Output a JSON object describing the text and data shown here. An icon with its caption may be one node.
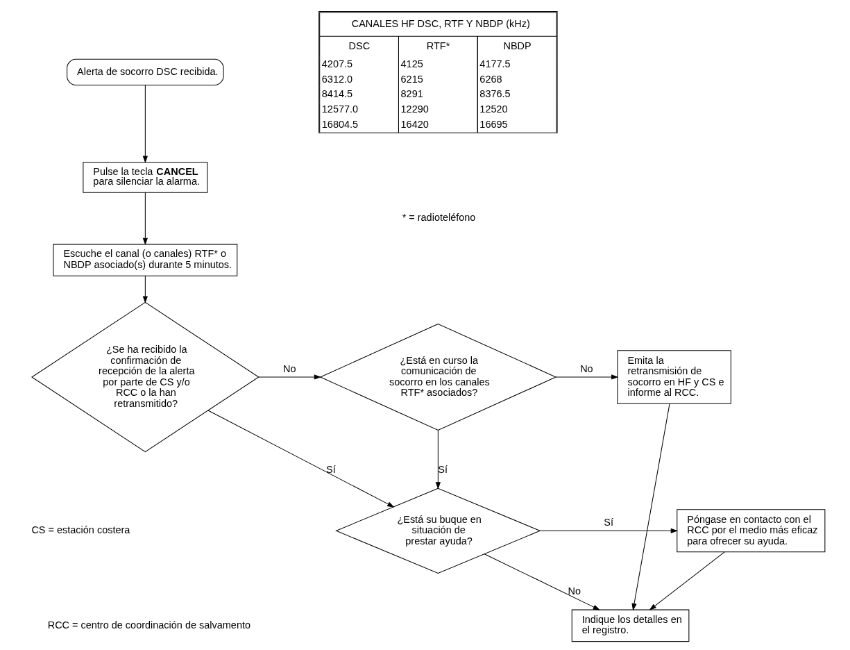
{
  "diagram": {
    "nodes": [
      {
        "text": [
          "Alerta de socorro DSC recibida."
        ]
      },
      {
        "text": [
          "Pulse la tecla **CANCEL** para silenciar la alarma."
        ]
      },
      {
        "text": [
          "Escuche el canal (o canales) RTF* o NBDP asociado(s) durante 5 minutos."
        ]
      },
      {
        "text": [
          "¿Se ha recibido la confirmación de recepción de la alerta por parte de CS y/o RCC o la han retransmitido?"
        ]
      },
      {
        "text": [
          "¿Está en curso la comunicación de socorro en los canales RTF* asociados?"
        ]
      },
      {
        "text": [
          "Emita la retransmisión de socorro en HF y CS e informe al RCC."
        ]
      },
      {
        "text": [
          "¿Está su buque en situación de prestar ayuda?"
        ]
      },
      {
        "text": [
          "Póngase en contacto con el RCC por el medio más eficaz para ofrecer su ayuda."
        ]
      },
      {
        "text": [
          "Indique los detalles en el registro."
        ]
      }
    ],
    "edges": [
      {
        "from": 0,
        "to": 1,
        "arrow": "to"
      },
      {
        "from": 1,
        "to": 2,
        "arrow": "to"
      },
      {
        "from": 2,
        "to": 3,
        "arrow": "to"
      },
      {
        "from": 3,
        "to": 4,
        "arrow": "to",
        "label": "No"
      },
      {
        "from": 4,
        "to": 5,
        "arrow": "to",
        "label": "No"
      },
      {
        "from": 4,
        "to": 6,
        "arrow": "to",
        "label": "Sí"
      },
      {
        "from": 3,
        "to": 6,
        "arrow": "to",
        "label": "Sí"
      },
      {
        "from": 6,
        "to": 7,
        "arrow": "to",
        "label": "Sí"
      },
      {
        "from": 6,
        "to": 8,
        "arrow": "to",
        "label": "No"
      },
      {
        "from": 7,
        "to": 8,
        "arrow": "to"
      },
      {
        "from": 5,
        "to": 8,
        "arrow": "to"
      }
    ],
    "labels": [
      "CANALES HF DSC, RTF Y NBDP (kHz)",
      "DSC",
      "RTF*",
      "NBDP",
      "4207.5",
      "4125",
      "4177.5",
      "6312.0",
      "6215",
      "6268",
      "8414.5",
      "8291",
      "8376.5",
      "12577.0",
      "12290",
      "12520",
      "16804.5",
      "16420",
      "16695",
      "* = radioteléfono",
      "CS = estación costera",
      "RCC = centro de coordinación de salvamento"
    ]
  }
}
